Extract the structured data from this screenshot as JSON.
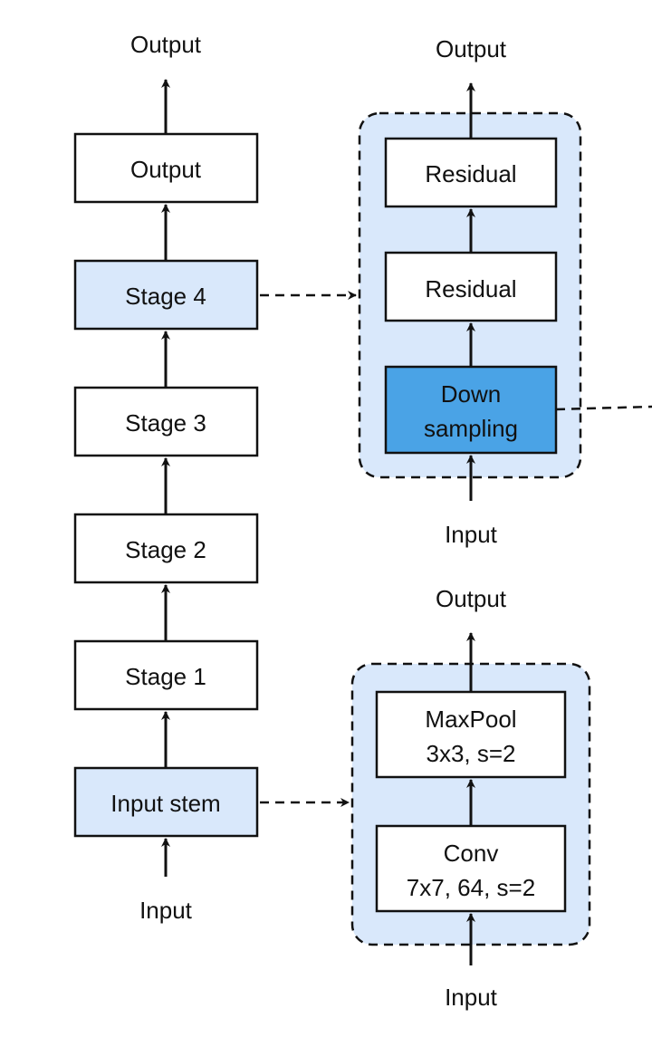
{
  "colors": {
    "box_white": "#ffffff",
    "box_light_blue": "#d9e8fb",
    "box_blue": "#4aa3e6",
    "stroke": "#111111",
    "group_fill": "#d9e8fb"
  },
  "main_column": {
    "top_label": "Output",
    "bottom_label": "Input",
    "boxes": [
      {
        "label": "Output"
      },
      {
        "label": "Stage 4"
      },
      {
        "label": "Stage 3"
      },
      {
        "label": "Stage 2"
      },
      {
        "label": "Stage 1"
      },
      {
        "label": "Input stem"
      }
    ]
  },
  "stage_detail": {
    "top_label": "Output",
    "bottom_label": "Input",
    "boxes": [
      {
        "label": "Residual"
      },
      {
        "label": "Residual"
      },
      {
        "line1": "Down",
        "line2": "sampling"
      }
    ]
  },
  "stem_detail": {
    "top_label": "Output",
    "bottom_label": "Input",
    "boxes": [
      {
        "line1": "MaxPool",
        "line2": "3x3, s=2"
      },
      {
        "line1": "Conv",
        "line2": "7x7, 64, s=2"
      }
    ]
  }
}
